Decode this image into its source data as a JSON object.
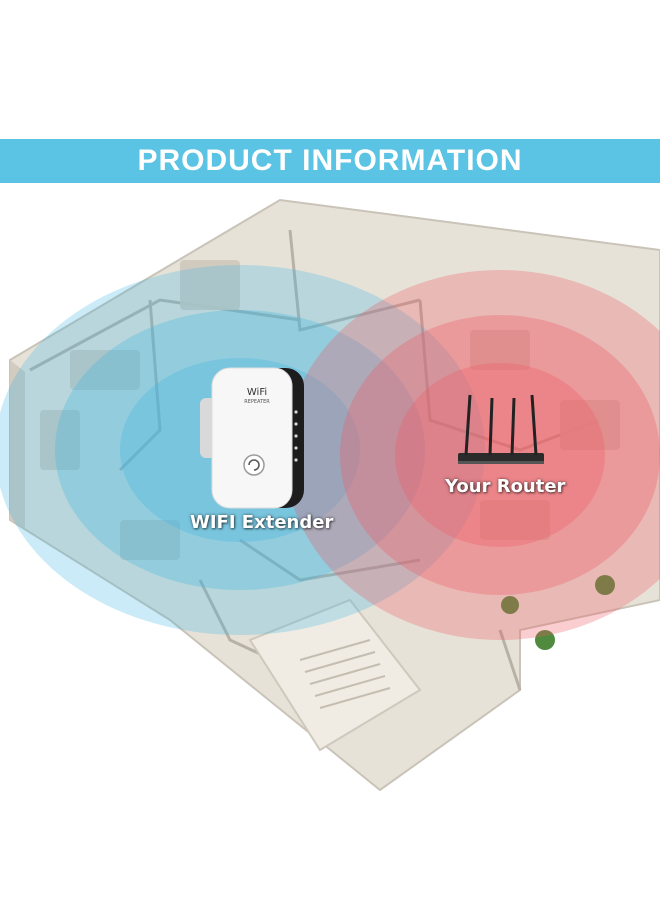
{
  "banner": {
    "title": "PRODUCT INFORMATION"
  },
  "device": {
    "brand": "WiFi",
    "model": "REPEATER",
    "icon": "wps-button-icon"
  },
  "labels": {
    "extender": "WIFI Extender",
    "router": "Your Router"
  },
  "colors": {
    "banner": "#5bc3e3",
    "extender_signal": "#3fb6e2",
    "router_signal": "#ee5a63",
    "floor": "#e9e4dc"
  }
}
